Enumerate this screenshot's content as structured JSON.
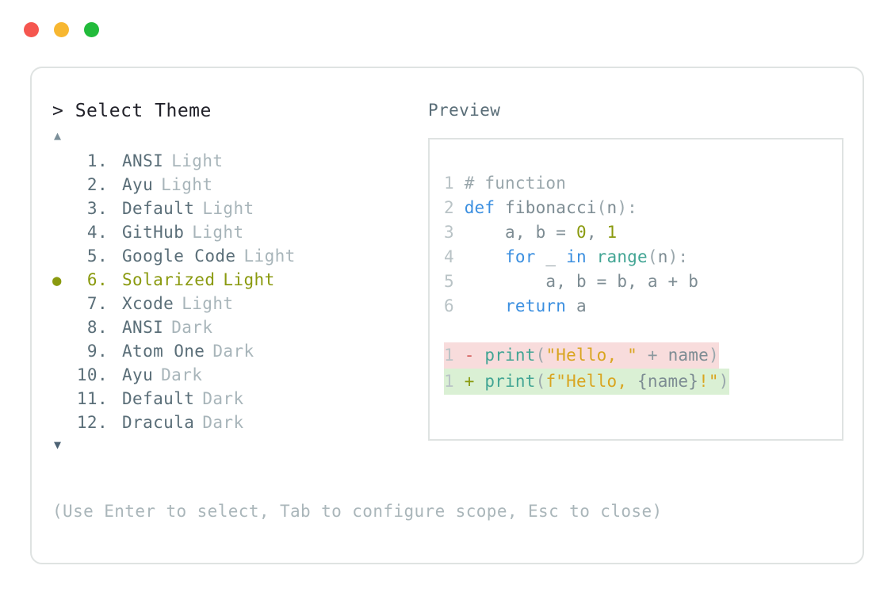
{
  "window": {
    "controls": [
      {
        "name": "close",
        "color": "#f5564f"
      },
      {
        "name": "minimize",
        "color": "#f7b731"
      },
      {
        "name": "maximize",
        "color": "#22bb3b"
      }
    ]
  },
  "picker": {
    "prompt": "> Select Theme",
    "scroll_up_glyph": "▲",
    "scroll_down_glyph": "▼",
    "selected_index": 6,
    "selected_bullet": "●",
    "accent_color": "#8a9a0f",
    "name_color": "#5a6e78",
    "variant_color": "#a8b5ba",
    "items": [
      {
        "num": "1.",
        "name": "ANSI",
        "variant": "Light"
      },
      {
        "num": "2.",
        "name": "Ayu",
        "variant": "Light"
      },
      {
        "num": "3.",
        "name": "Default",
        "variant": "Light"
      },
      {
        "num": "4.",
        "name": "GitHub",
        "variant": "Light"
      },
      {
        "num": "5.",
        "name": "Google Code",
        "variant": "Light"
      },
      {
        "num": "6.",
        "name": "Solarized",
        "variant": "Light"
      },
      {
        "num": "7.",
        "name": "Xcode",
        "variant": "Light"
      },
      {
        "num": "8.",
        "name": "ANSI",
        "variant": "Dark"
      },
      {
        "num": "9.",
        "name": "Atom One",
        "variant": "Dark"
      },
      {
        "num": "10.",
        "name": "Ayu",
        "variant": "Dark"
      },
      {
        "num": "11.",
        "name": "Default",
        "variant": "Dark"
      },
      {
        "num": "12.",
        "name": "Dracula",
        "variant": "Dark"
      }
    ]
  },
  "preview": {
    "label": "Preview",
    "code": {
      "line1": {
        "n": "1",
        "comment": "# function"
      },
      "line2": {
        "n": "2",
        "kw": "def",
        "fn": " fibonacci",
        "punc": "(",
        "arg": "n",
        "punc2": "):"
      },
      "line3": {
        "n": "3",
        "indent": "    a, b = ",
        "num1": "0",
        "sep": ", ",
        "num2": "1"
      },
      "line4": {
        "n": "4",
        "indent": "    ",
        "kw1": "for",
        "var": " _ ",
        "kw2": "in",
        "fn": " range",
        "punc": "(",
        "arg": "n",
        "punc2": "):"
      },
      "line5": {
        "n": "5",
        "text": "        a, b = b, a + b"
      },
      "line6": {
        "n": "6",
        "indent": "    ",
        "kw": "return",
        "var": " a"
      }
    },
    "diff": {
      "removed": {
        "n": "1",
        "marker": "-",
        "fn": "print",
        "open": "(",
        "str": "\"Hello, \"",
        "op": " + ",
        "var": "name",
        "close": ")"
      },
      "added": {
        "n": "1",
        "marker": "+",
        "fn": "print",
        "open": "(",
        "str1": "f\"Hello, ",
        "interp": "{name}",
        "str2": "!\"",
        "close": ")"
      },
      "removed_bg": "#f8dcdc",
      "added_bg": "#daf0d4"
    }
  },
  "footer": {
    "hint": "(Use Enter to select, Tab to configure scope, Esc to close)"
  }
}
